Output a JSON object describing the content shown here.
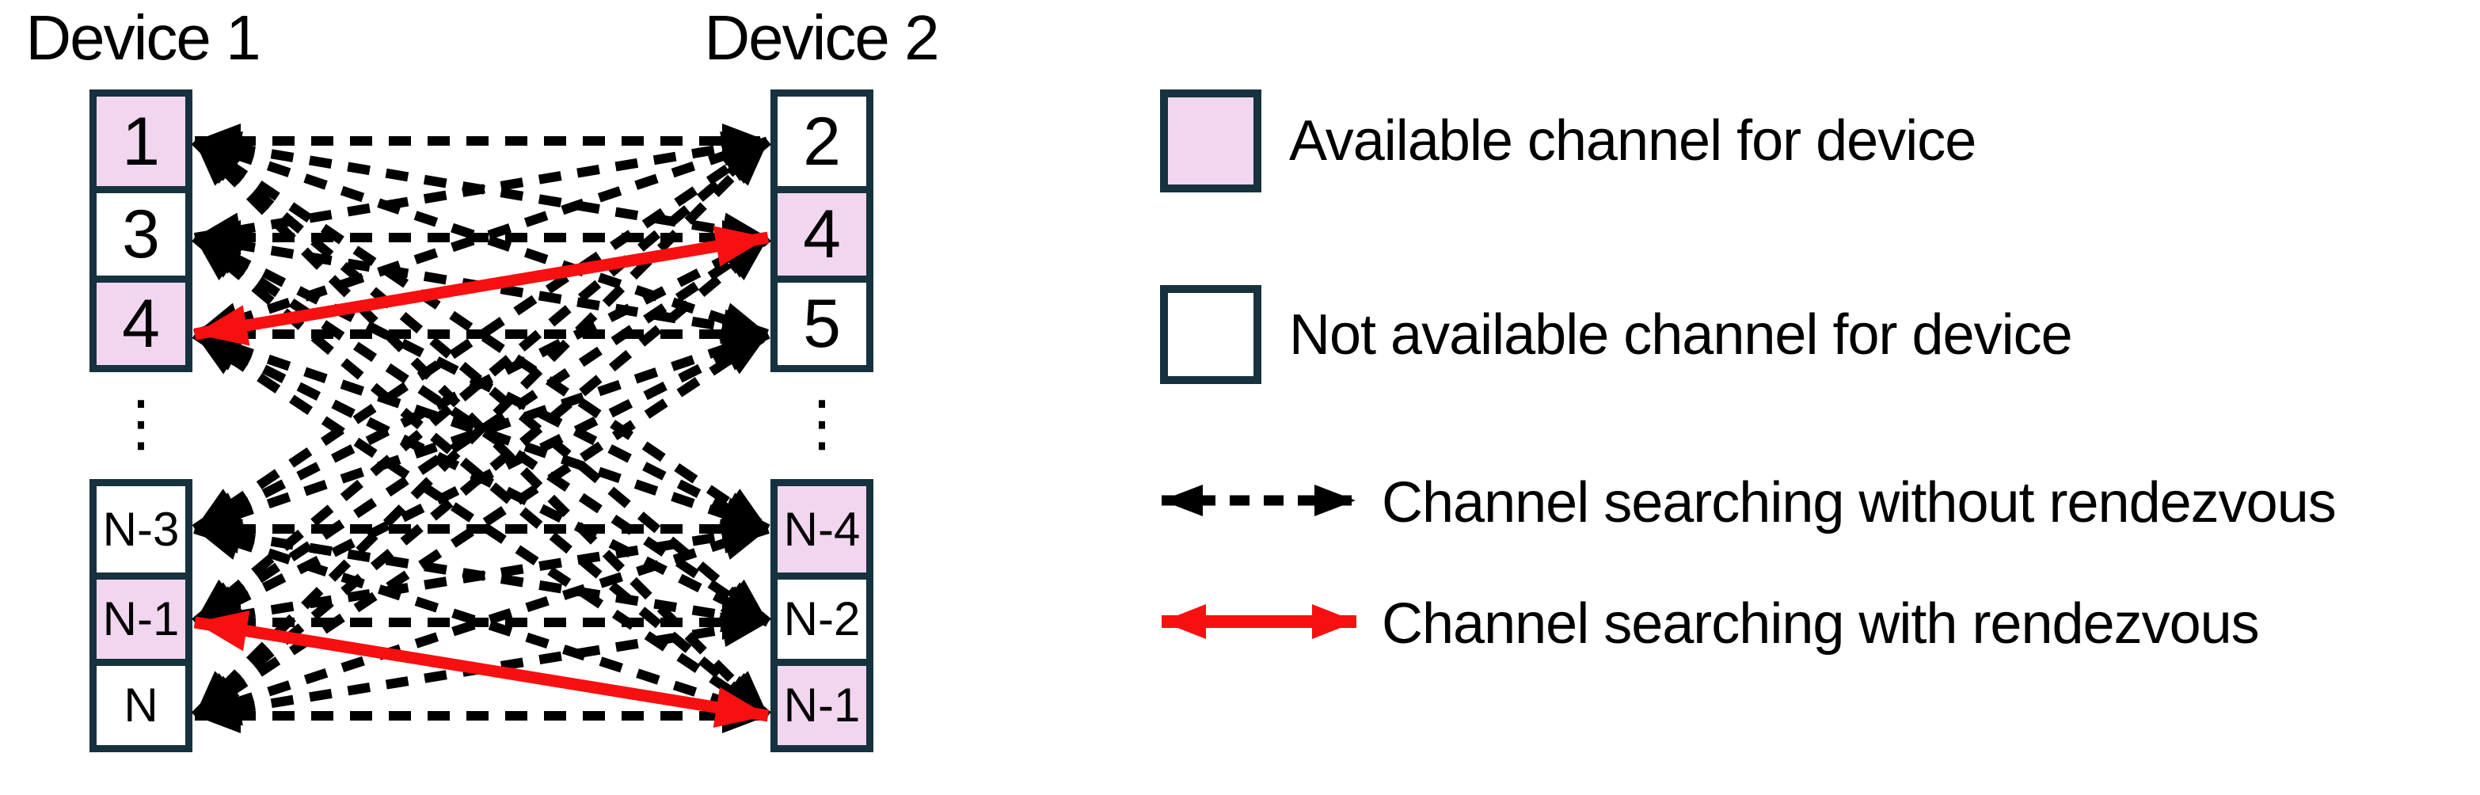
{
  "devices": [
    {
      "title": "Device 1",
      "cells": [
        {
          "label": "1",
          "available": true
        },
        {
          "label": "3",
          "available": false
        },
        {
          "label": "4",
          "available": true
        },
        {
          "label": "N-3",
          "available": false
        },
        {
          "label": "N-1",
          "available": true
        },
        {
          "label": "N",
          "available": false
        }
      ]
    },
    {
      "title": "Device 2",
      "cells": [
        {
          "label": "2",
          "available": false
        },
        {
          "label": "4",
          "available": true
        },
        {
          "label": "5",
          "available": false
        },
        {
          "label": "N-4",
          "available": true
        },
        {
          "label": "N-2",
          "available": false
        },
        {
          "label": "N-1",
          "available": true
        }
      ]
    }
  ],
  "ellipsis": "⋮",
  "graph": {
    "black_edges": [
      [
        "1",
        "2"
      ],
      [
        "1",
        "4"
      ],
      [
        "1",
        "5"
      ],
      [
        "1",
        "N-4"
      ],
      [
        "1",
        "N-2"
      ],
      [
        "1",
        "N-1"
      ],
      [
        "3",
        "2"
      ],
      [
        "3",
        "4"
      ],
      [
        "3",
        "5"
      ],
      [
        "3",
        "N-4"
      ],
      [
        "3",
        "N-2"
      ],
      [
        "3",
        "N-1"
      ],
      [
        "4",
        "2"
      ],
      [
        "4",
        "4"
      ],
      [
        "4",
        "5"
      ],
      [
        "4",
        "N-4"
      ],
      [
        "4",
        "N-2"
      ],
      [
        "4",
        "N-1"
      ],
      [
        "N-3",
        "2"
      ],
      [
        "N-3",
        "4"
      ],
      [
        "N-3",
        "5"
      ],
      [
        "N-3",
        "N-4"
      ],
      [
        "N-3",
        "N-2"
      ],
      [
        "N-3",
        "N-1"
      ],
      [
        "N-1",
        "2"
      ],
      [
        "N-1",
        "4"
      ],
      [
        "N-1",
        "5"
      ],
      [
        "N-1",
        "N-4"
      ],
      [
        "N-1",
        "N-2"
      ],
      [
        "N-1",
        "N-1"
      ],
      [
        "N",
        "2"
      ],
      [
        "N",
        "4"
      ],
      [
        "N",
        "5"
      ],
      [
        "N",
        "N-4"
      ],
      [
        "N",
        "N-2"
      ],
      [
        "N",
        "N-1"
      ]
    ],
    "red_edges": [
      [
        "4",
        "4"
      ],
      [
        "N-1",
        "N-1"
      ]
    ]
  },
  "legend": {
    "items": [
      {
        "swatch": "available-box",
        "label": "Available channel for device"
      },
      {
        "swatch": "not-available-box",
        "label": "Not available channel for device"
      },
      {
        "swatch": "dashed-black-arrow",
        "label": "Channel searching without rendezvous"
      },
      {
        "swatch": "solid-red-arrow",
        "label": "Channel searching with rendezvous"
      }
    ]
  },
  "colors": {
    "available_fill": "#F2D6F0",
    "box_border": "#16323E",
    "arrow_black": "#000000",
    "arrow_red": "#F80F0F",
    "background": "#FFFFFF",
    "text": "#000000"
  }
}
